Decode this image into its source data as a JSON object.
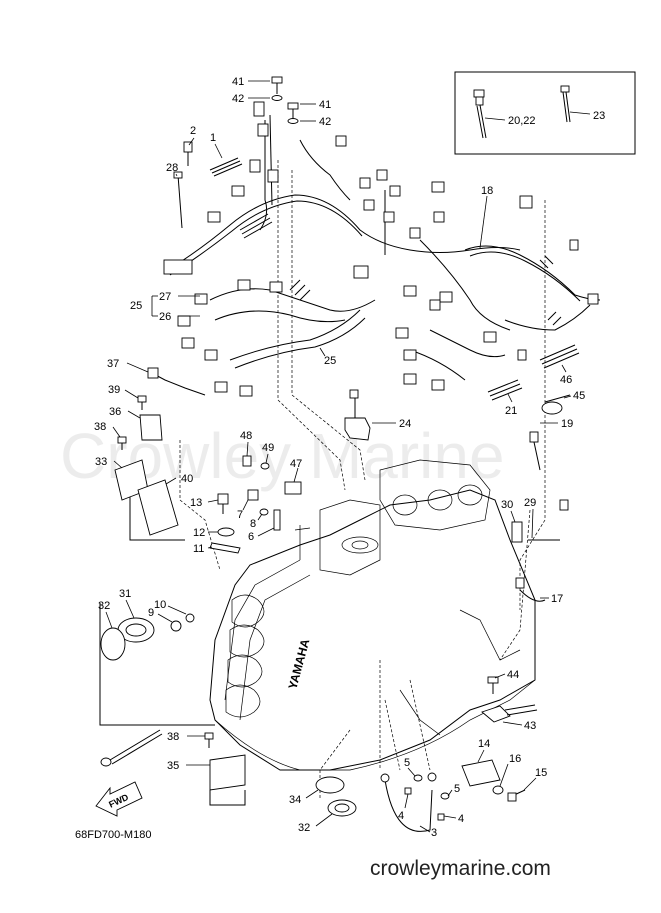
{
  "diagram": {
    "drawing_code": "68FD700-M180",
    "watermark": "Crowley Marine",
    "footer": "crowleymarine.com",
    "fwd_badge": "FWD",
    "engine_brand_text": "YAMAHA"
  },
  "callouts": [
    {
      "id": "c41a",
      "label": "41"
    },
    {
      "id": "c42a",
      "label": "42"
    },
    {
      "id": "c41b",
      "label": "41"
    },
    {
      "id": "c42b",
      "label": "42"
    },
    {
      "id": "c2",
      "label": "2"
    },
    {
      "id": "c1",
      "label": "1"
    },
    {
      "id": "c28",
      "label": "28"
    },
    {
      "id": "c18",
      "label": "18"
    },
    {
      "id": "c27",
      "label": "27"
    },
    {
      "id": "c25a",
      "label": "25"
    },
    {
      "id": "c26",
      "label": "26"
    },
    {
      "id": "c25b",
      "label": "25"
    },
    {
      "id": "c46",
      "label": "46"
    },
    {
      "id": "c21",
      "label": "21"
    },
    {
      "id": "c45",
      "label": "45"
    },
    {
      "id": "c37",
      "label": "37"
    },
    {
      "id": "c39",
      "label": "39"
    },
    {
      "id": "c36",
      "label": "36"
    },
    {
      "id": "c38a",
      "label": "38"
    },
    {
      "id": "c33",
      "label": "33"
    },
    {
      "id": "c24",
      "label": "24"
    },
    {
      "id": "c19",
      "label": "19"
    },
    {
      "id": "c48",
      "label": "48"
    },
    {
      "id": "c49",
      "label": "49"
    },
    {
      "id": "c47",
      "label": "47"
    },
    {
      "id": "c40",
      "label": "40"
    },
    {
      "id": "c13",
      "label": "13"
    },
    {
      "id": "c7",
      "label": "7"
    },
    {
      "id": "c8",
      "label": "8"
    },
    {
      "id": "c12",
      "label": "12"
    },
    {
      "id": "c6",
      "label": "6"
    },
    {
      "id": "c11",
      "label": "11"
    },
    {
      "id": "c30",
      "label": "30"
    },
    {
      "id": "c29",
      "label": "29"
    },
    {
      "id": "c17",
      "label": "17"
    },
    {
      "id": "c31",
      "label": "31"
    },
    {
      "id": "c32a",
      "label": "32"
    },
    {
      "id": "c9",
      "label": "9"
    },
    {
      "id": "c10",
      "label": "10"
    },
    {
      "id": "c44",
      "label": "44"
    },
    {
      "id": "c43",
      "label": "43"
    },
    {
      "id": "c38b",
      "label": "38"
    },
    {
      "id": "c35",
      "label": "35"
    },
    {
      "id": "c14",
      "label": "14"
    },
    {
      "id": "c16",
      "label": "16"
    },
    {
      "id": "c15",
      "label": "15"
    },
    {
      "id": "c5a",
      "label": "5"
    },
    {
      "id": "c4a",
      "label": "4"
    },
    {
      "id": "c5b",
      "label": "5"
    },
    {
      "id": "c4b",
      "label": "4"
    },
    {
      "id": "c3",
      "label": "3"
    },
    {
      "id": "c34",
      "label": "34"
    },
    {
      "id": "c32b",
      "label": "32"
    }
  ],
  "inset": {
    "labels": [
      {
        "id": "i2022",
        "label": "20,22"
      },
      {
        "id": "i23",
        "label": "23"
      }
    ]
  }
}
